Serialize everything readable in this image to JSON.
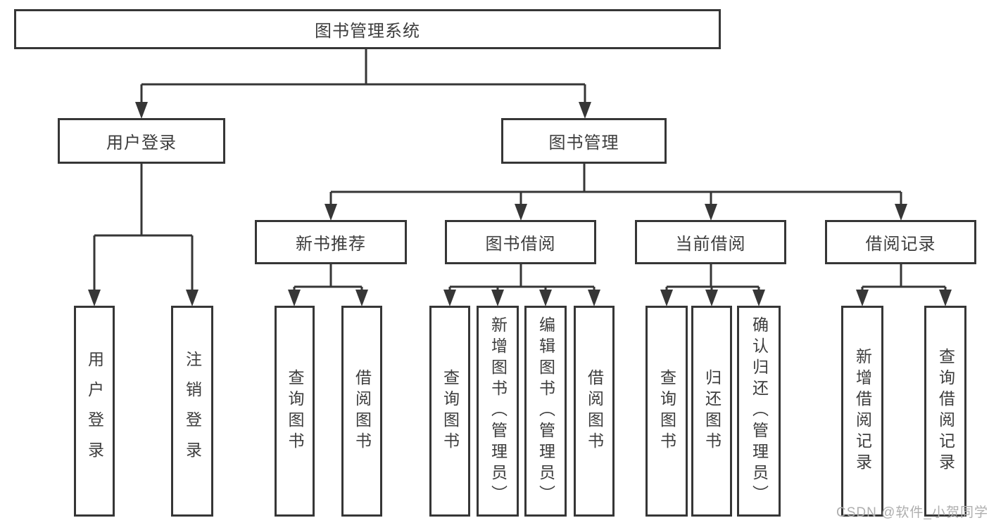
{
  "diagram": {
    "watermark": "CSDN @软件_小贺同学",
    "colors": {
      "line": "#363636",
      "box_border": "#363636",
      "box_background": "#ffffff",
      "text": "#3d3d3d",
      "watermark": "#aeaeae"
    },
    "nodes": {
      "root": {
        "label": "图书管理系统"
      },
      "userLogin": {
        "label": "用户登录"
      },
      "bookMgmt": {
        "label": "图书管理"
      },
      "newBookRec": {
        "label": "新书推荐"
      },
      "bookBorrow": {
        "label": "图书借阅"
      },
      "currentBorrow": {
        "label": "当前借阅"
      },
      "borrowRecords": {
        "label": "借阅记录"
      },
      "ulLogin": {
        "label": "用户登录"
      },
      "ulLogout": {
        "label": "注销登录"
      },
      "nbQuery": {
        "label": "查询图书"
      },
      "nbBorrow": {
        "label": "借阅图书"
      },
      "bbQuery": {
        "label": "查询图书"
      },
      "bbAdd": {
        "label": "新增图书（管理员）"
      },
      "bbEdit": {
        "label": "编辑图书（管理员）"
      },
      "bbBorrow": {
        "label": "借阅图书"
      },
      "cbQuery": {
        "label": "查询图书"
      },
      "cbReturn": {
        "label": "归还图书"
      },
      "cbConfirm": {
        "label": "确认归还（管理员）"
      },
      "brAdd": {
        "label": "新增借阅记录"
      },
      "brQuery": {
        "label": "查询借阅记录"
      }
    },
    "edges": [
      {
        "from": "root",
        "to": "userLogin"
      },
      {
        "from": "root",
        "to": "bookMgmt"
      },
      {
        "from": "userLogin",
        "to": "ulLogin"
      },
      {
        "from": "userLogin",
        "to": "ulLogout"
      },
      {
        "from": "bookMgmt",
        "to": "newBookRec"
      },
      {
        "from": "bookMgmt",
        "to": "bookBorrow"
      },
      {
        "from": "bookMgmt",
        "to": "currentBorrow"
      },
      {
        "from": "bookMgmt",
        "to": "borrowRecords"
      },
      {
        "from": "newBookRec",
        "to": "nbQuery"
      },
      {
        "from": "newBookRec",
        "to": "nbBorrow"
      },
      {
        "from": "bookBorrow",
        "to": "bbQuery"
      },
      {
        "from": "bookBorrow",
        "to": "bbAdd"
      },
      {
        "from": "bookBorrow",
        "to": "bbEdit"
      },
      {
        "from": "bookBorrow",
        "to": "bbBorrow"
      },
      {
        "from": "currentBorrow",
        "to": "cbQuery"
      },
      {
        "from": "currentBorrow",
        "to": "cbReturn"
      },
      {
        "from": "currentBorrow",
        "to": "cbConfirm"
      },
      {
        "from": "borrowRecords",
        "to": "brAdd"
      },
      {
        "from": "borrowRecords",
        "to": "brQuery"
      }
    ]
  }
}
